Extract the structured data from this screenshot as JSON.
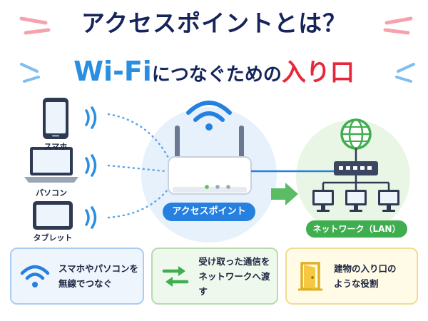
{
  "title": {
    "line1": "アクセスポイントとは？",
    "line2_wifi": "Wi-Fi",
    "line2_mid": "につなぐための",
    "line2_red": "入り口"
  },
  "devices": [
    {
      "label": "スマホ",
      "icon": "smartphone-icon"
    },
    {
      "label": "パソコン",
      "icon": "laptop-icon"
    },
    {
      "label": "タブレット",
      "icon": "tablet-icon"
    }
  ],
  "router": {
    "label": "アクセスポイント",
    "icon": "router-icon"
  },
  "network": {
    "label": "ネットワーク（LAN）",
    "icon": "globe-icon"
  },
  "cards": [
    {
      "line1": "スマホやパソコンを",
      "line2": "無線でつなぐ",
      "icon": "wifi-icon"
    },
    {
      "line1": "受け取った通信を",
      "line2": "ネットワークへ渡す",
      "icon": "exchange-arrows-icon"
    },
    {
      "line1": "建物の入り口の",
      "line2": "ような役割",
      "icon": "door-icon"
    }
  ],
  "colors": {
    "navy": "#15245a",
    "blue": "#2580e0",
    "red": "#e8283a",
    "green": "#3fae4e"
  }
}
